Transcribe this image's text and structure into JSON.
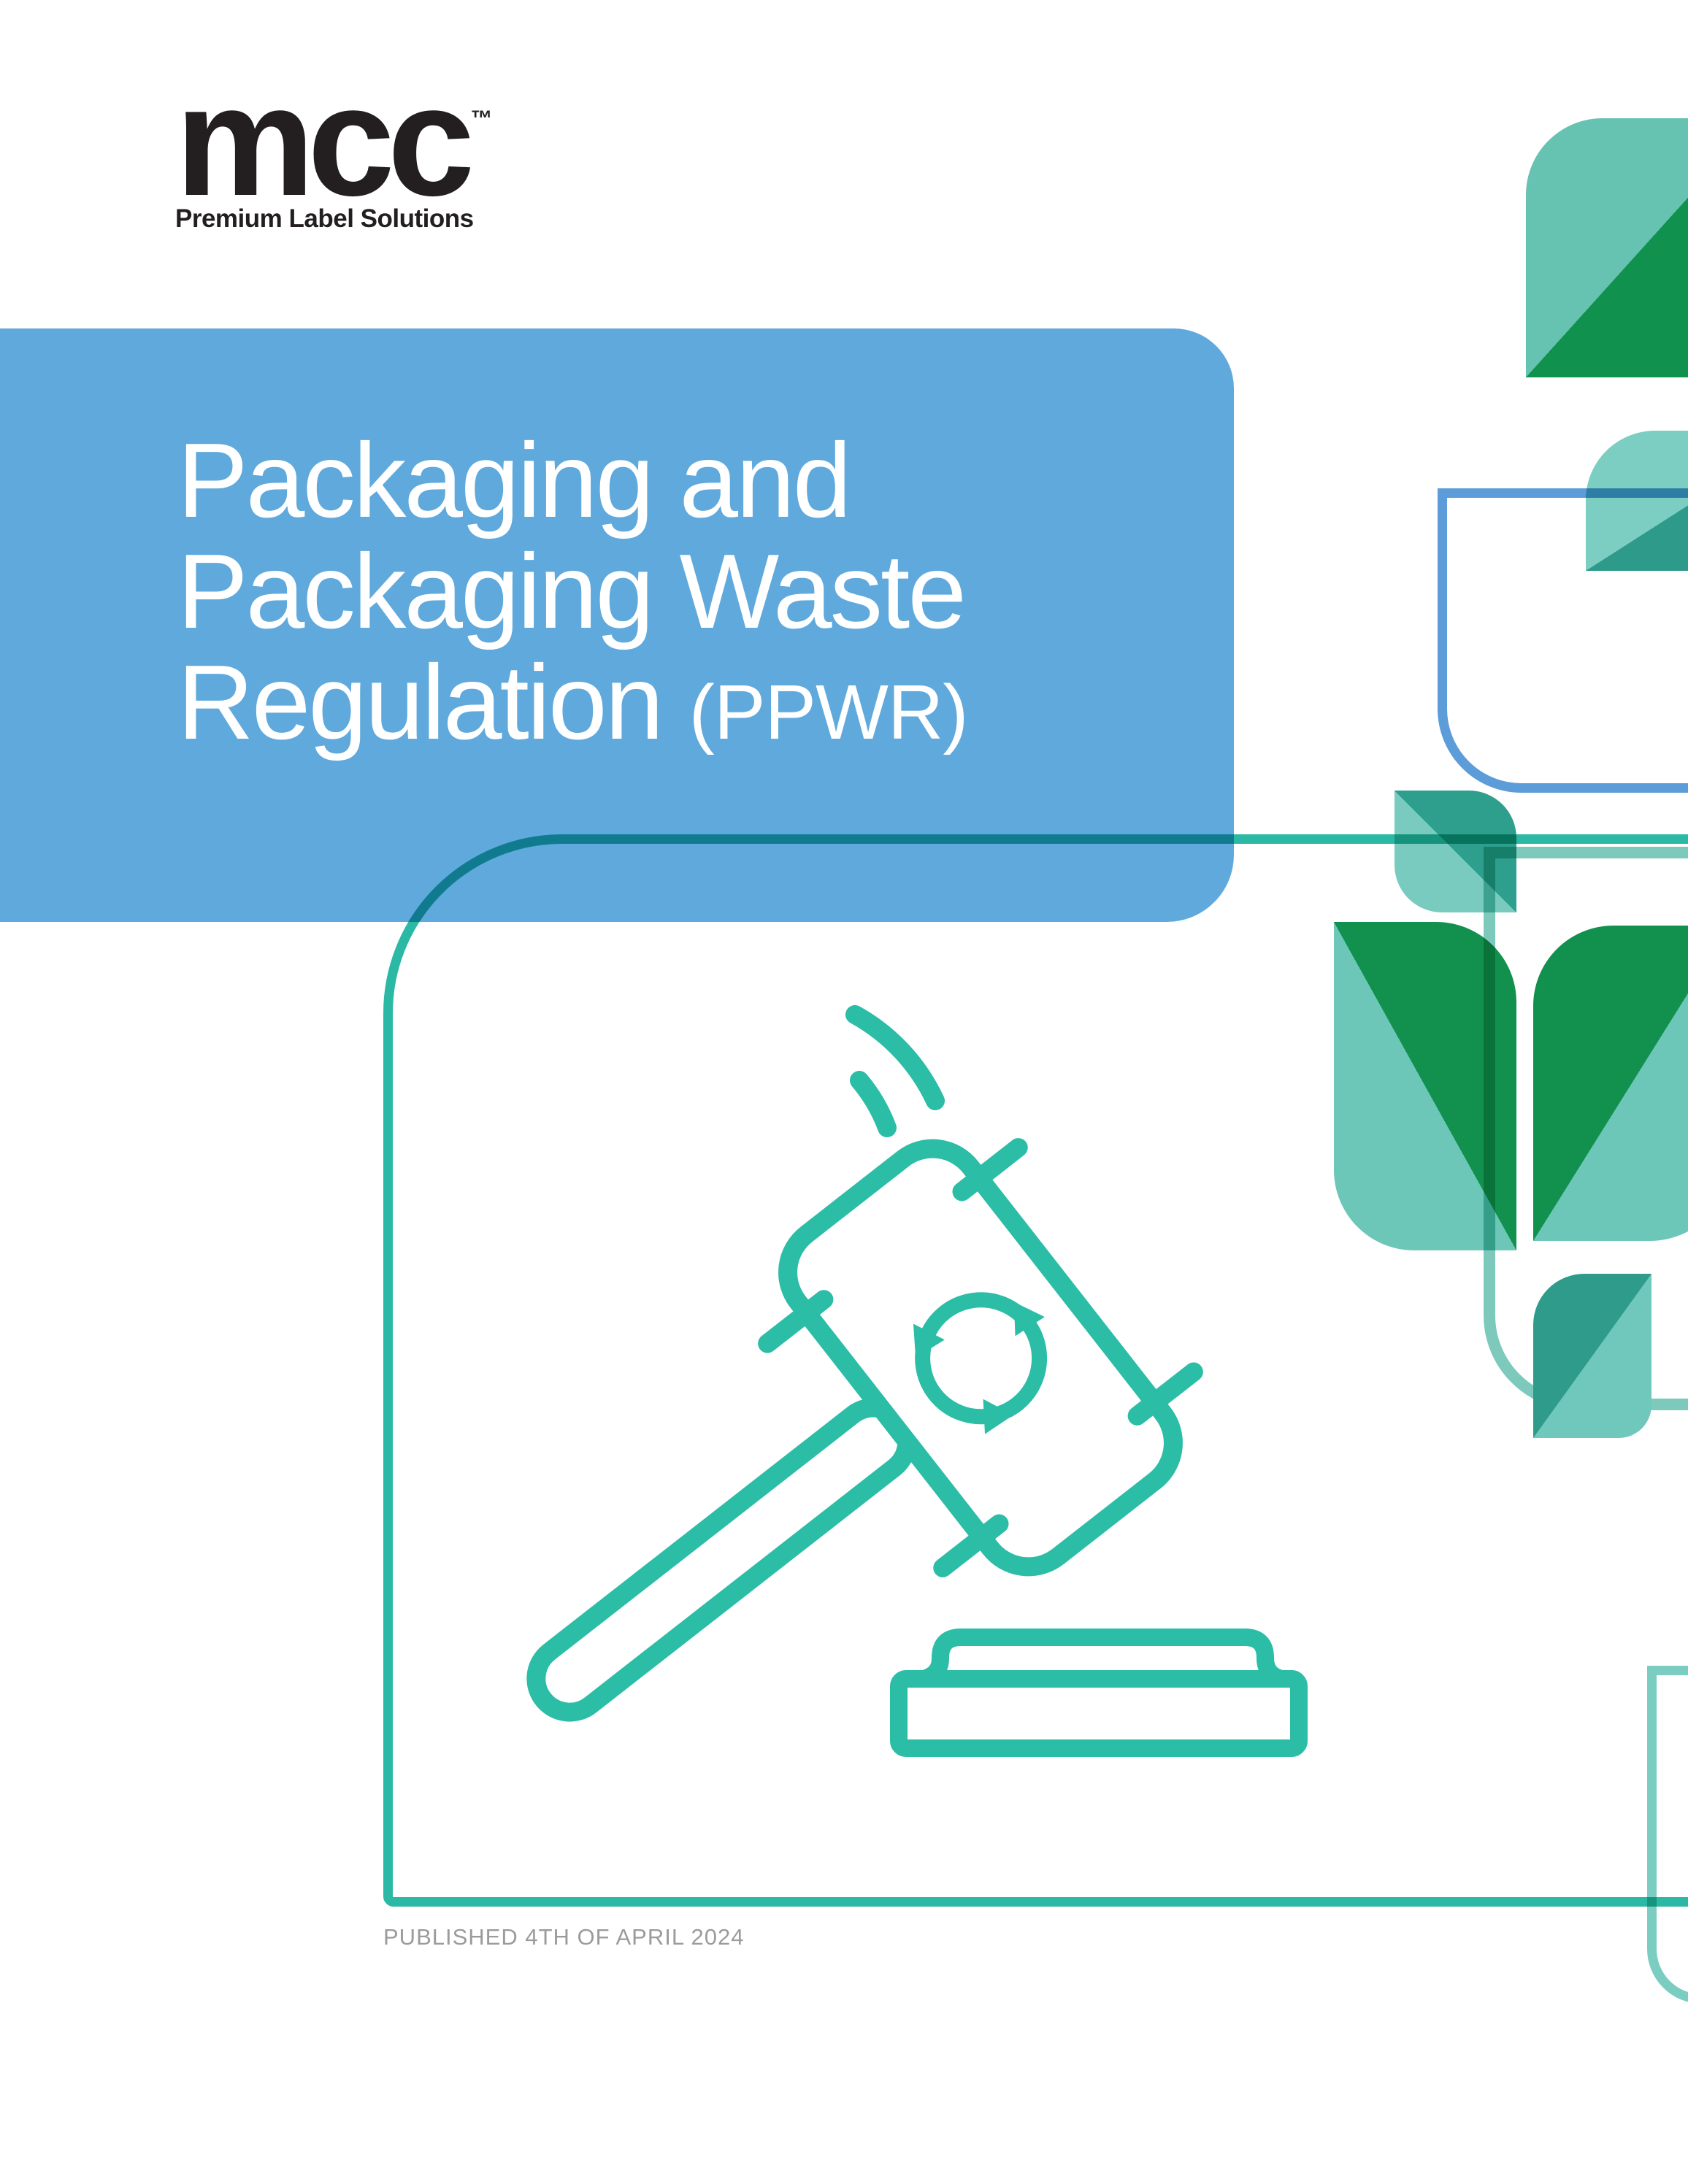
{
  "logo": {
    "brand": "mcc",
    "trademark": "™",
    "tagline": "Premium Label Solutions",
    "color": "#231f20"
  },
  "banner": {
    "title_line1": "Packaging and",
    "title_line2": "Packaging Waste",
    "title_line3": "Regulation",
    "title_suffix": "(PPWR)",
    "background": "#5fa9dc",
    "text_color": "#ffffff"
  },
  "illustration": {
    "name": "recycling-law-gavel",
    "stroke_color": "#2bbda6",
    "parts": [
      "gavel",
      "recycle-symbol",
      "sound-block",
      "motion-lines"
    ]
  },
  "decorations": {
    "leaf_light_teal": "#6cc7b9",
    "leaf_green": "#12914e",
    "leaf_dark_teal": "#2e9b8a",
    "outline_teal": "#2bb9a6",
    "outline_blue": "#5b9cd9",
    "outline_light_teal": "#6fc4b6"
  },
  "footer": {
    "published": "PUBLISHED 4TH OF APRIL 2024",
    "color": "#9b9b9b"
  }
}
